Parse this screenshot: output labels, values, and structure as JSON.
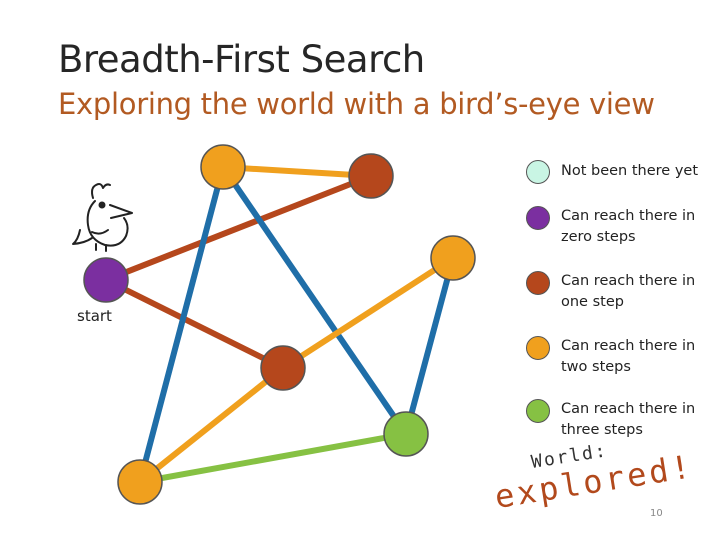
{
  "title": "Breadth-First Search",
  "subtitle": "Exploring the world with a bird’s-eye view",
  "start_label": "start",
  "legend": [
    {
      "text": "Not been there yet",
      "color": "#c9f5e4"
    },
    {
      "text": "Can reach there in zero steps",
      "color": "#7b2fa0"
    },
    {
      "text": "Can reach there in one step",
      "color": "#b5471c"
    },
    {
      "text": "Can reach there in two steps",
      "color": "#f0a01e"
    },
    {
      "text": "Can reach there in three steps",
      "color": "#86c143"
    }
  ],
  "colors": {
    "edge_blue": "#1f6ea8",
    "edge_rust": "#b5471c",
    "edge_orange": "#f0a01e",
    "edge_green": "#86c143"
  },
  "annotation": {
    "line1": "World:",
    "line2": "explored!"
  },
  "page_number": "10"
}
